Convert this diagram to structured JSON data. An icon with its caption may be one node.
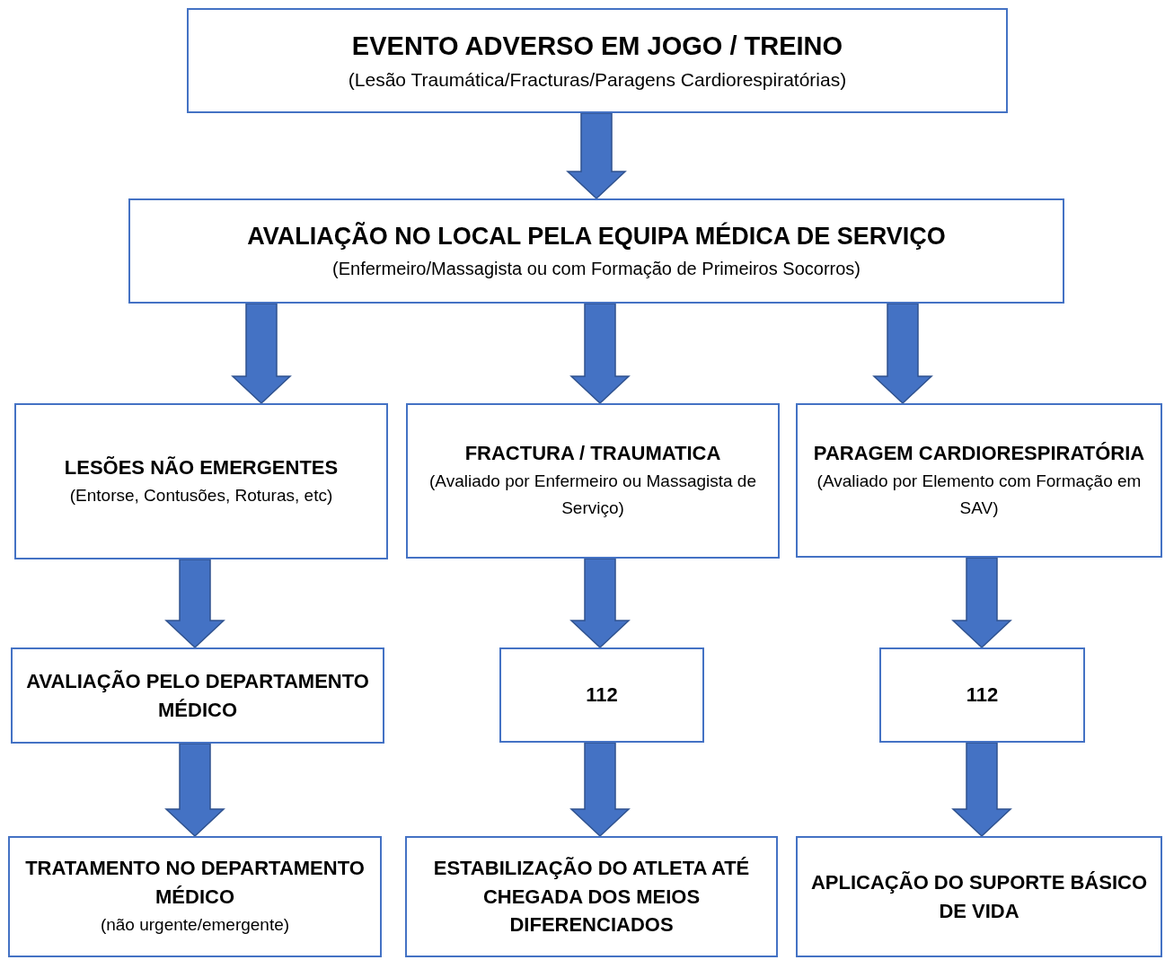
{
  "diagram": {
    "nodes": [
      {
        "text": [
          "EVENTO ADVERSO EM JOGO / TREINO",
          "(Lesão Traumática/Fracturas/Paragens Cardiorespiratórias)"
        ]
      },
      {
        "text": [
          "AVALIAÇÃO NO LOCAL PELA EQUIPA MÉDICA DE SERVIÇO",
          "(Enfermeiro/Massagista ou com Formação de Primeiros Socorros)"
        ]
      },
      {
        "text": [
          "LESÕES NÃO EMERGENTES",
          "(Entorse, Contusões, Roturas, etc)"
        ]
      },
      {
        "text": [
          "FRACTURA / TRAUMATICA",
          "(Avaliado por Enfermeiro ou Massagista de Serviço)"
        ]
      },
      {
        "text": [
          "PARAGEM CARDIORESPIRATÓRIA",
          "(Avaliado por Elemento com Formação em SAV)"
        ]
      },
      {
        "text": [
          "AVALIAÇÃO PELO DEPARTAMENTO MÉDICO"
        ]
      },
      {
        "text": [
          "112"
        ]
      },
      {
        "text": [
          "112"
        ]
      },
      {
        "text": [
          "TRATAMENTO NO DEPARTAMENTO MÉDICO",
          "(não urgente/emergente)"
        ]
      },
      {
        "text": [
          "ESTABILIZAÇÃO DO ATLETA ATÉ CHEGADA DOS MEIOS DIFERENCIADOS"
        ]
      },
      {
        "text": [
          "APLICAÇÃO DO SUPORTE BÁSICO DE VIDA"
        ]
      }
    ],
    "edges": [
      {
        "from": 0,
        "to": 1,
        "arrow": "to"
      },
      {
        "from": 1,
        "to": 2,
        "arrow": "to"
      },
      {
        "from": 1,
        "to": 3,
        "arrow": "to"
      },
      {
        "from": 1,
        "to": 4,
        "arrow": "to"
      },
      {
        "from": 2,
        "to": 5,
        "arrow": "to"
      },
      {
        "from": 3,
        "to": 6,
        "arrow": "to"
      },
      {
        "from": 4,
        "to": 7,
        "arrow": "to"
      },
      {
        "from": 5,
        "to": 8,
        "arrow": "to"
      },
      {
        "from": 6,
        "to": 9,
        "arrow": "to"
      },
      {
        "from": 7,
        "to": 10,
        "arrow": "to"
      }
    ]
  }
}
